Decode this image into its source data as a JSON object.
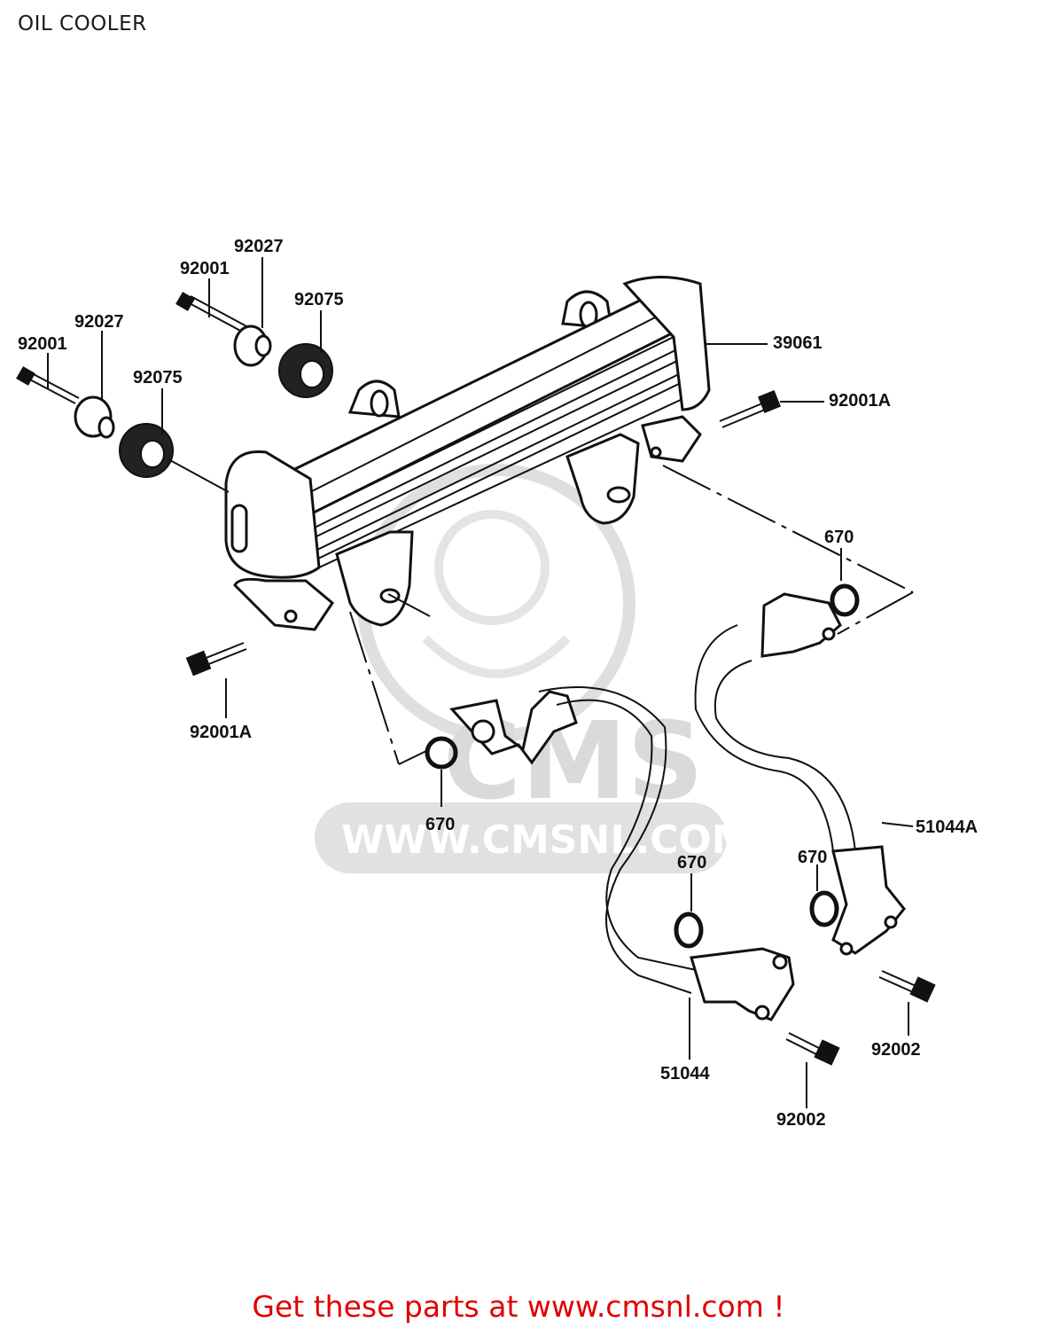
{
  "title": "OIL COOLER",
  "footer_text": "Get these parts at www.cmsnl.com !",
  "watermark": {
    "brand": "CMS",
    "url": "WWW.CMSNL.COM",
    "color": "#d9d9d9"
  },
  "colors": {
    "footer": "#e00000",
    "lines": "#111111"
  },
  "labels": {
    "p92027_a": "92027",
    "p92001_a": "92001",
    "p92075_a": "92075",
    "p92027_b": "92027",
    "p92001_b": "92001",
    "p92075_b": "92075",
    "p39061": "39061",
    "p92001A_a": "92001A",
    "p670_a": "670",
    "p92001A_b": "92001A",
    "p670_b": "670",
    "p51044A": "51044A",
    "p670_c": "670",
    "p670_d": "670",
    "p92002_a": "92002",
    "p51044": "51044",
    "p92002_b": "92002"
  }
}
